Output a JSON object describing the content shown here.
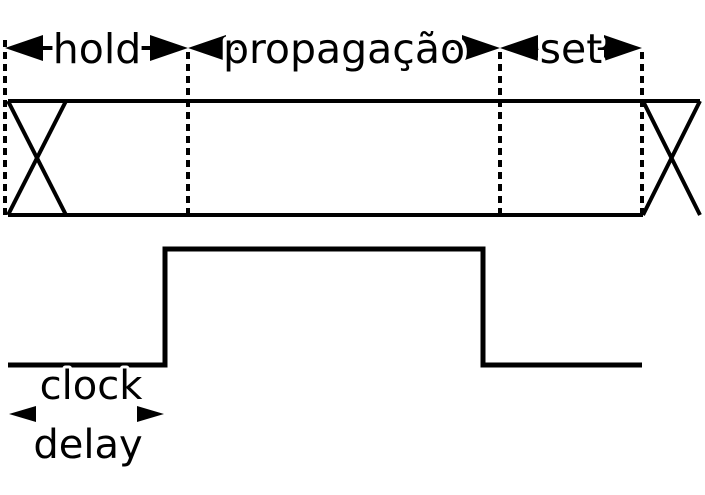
{
  "labels": {
    "hold": "hold",
    "propagation": "propagação",
    "set": "set",
    "clock": "clock",
    "delay": "delay"
  },
  "colors": {
    "ink": "#000000",
    "background": "#ffffff"
  }
}
